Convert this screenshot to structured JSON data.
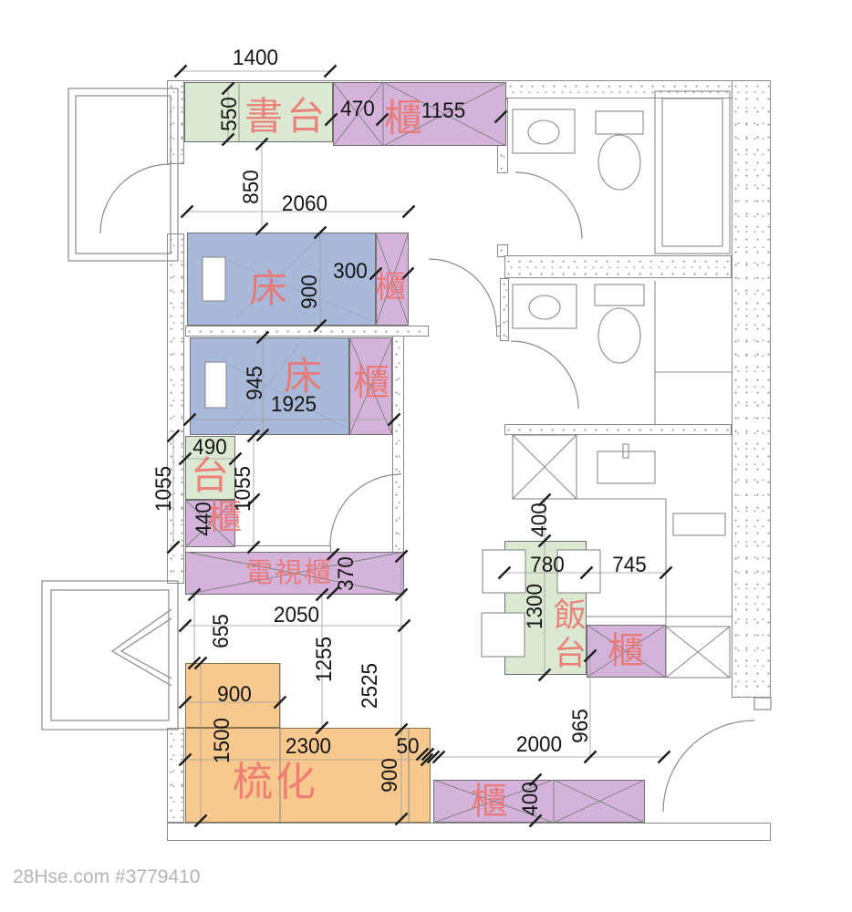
{
  "watermark": "28Hse.com #3779410",
  "labels": {
    "desk": "書台",
    "cabinet": "櫃",
    "bed": "床",
    "dresser": "台",
    "tv_cabinet": "電視櫃",
    "dining_table": "飯台",
    "sofa": "梳化"
  },
  "dims": {
    "t1400": "1400",
    "t550": "550",
    "t470": "470",
    "t1155": "1155",
    "t850": "850",
    "t2060": "2060",
    "t900a": "900",
    "t300": "300",
    "t945": "945",
    "t1925": "1925",
    "t490": "490",
    "t1055L": "1055",
    "t1055R": "1055",
    "t440": "440",
    "t370": "370",
    "t655": "655",
    "t2050": "2050",
    "t1255": "1255",
    "t2525": "2525",
    "t900b": "900",
    "t1500": "1500",
    "t2300": "2300",
    "t50": "50",
    "t900c": "900",
    "t400a": "400",
    "t780": "780",
    "t745": "745",
    "t1300": "1300",
    "t2000": "2000",
    "t965": "965",
    "t400b": "400"
  },
  "colors": {
    "furniture_green": "#dbe9d2",
    "furniture_purple": "#d3b3da",
    "furniture_blue": "#a9b9d9",
    "furniture_orange": "#f7c98f",
    "label_red": "#ee7470",
    "dim_text": "#161616",
    "wall_line": "#8a8a8a",
    "watermark_gray": "#b5b5b5"
  }
}
